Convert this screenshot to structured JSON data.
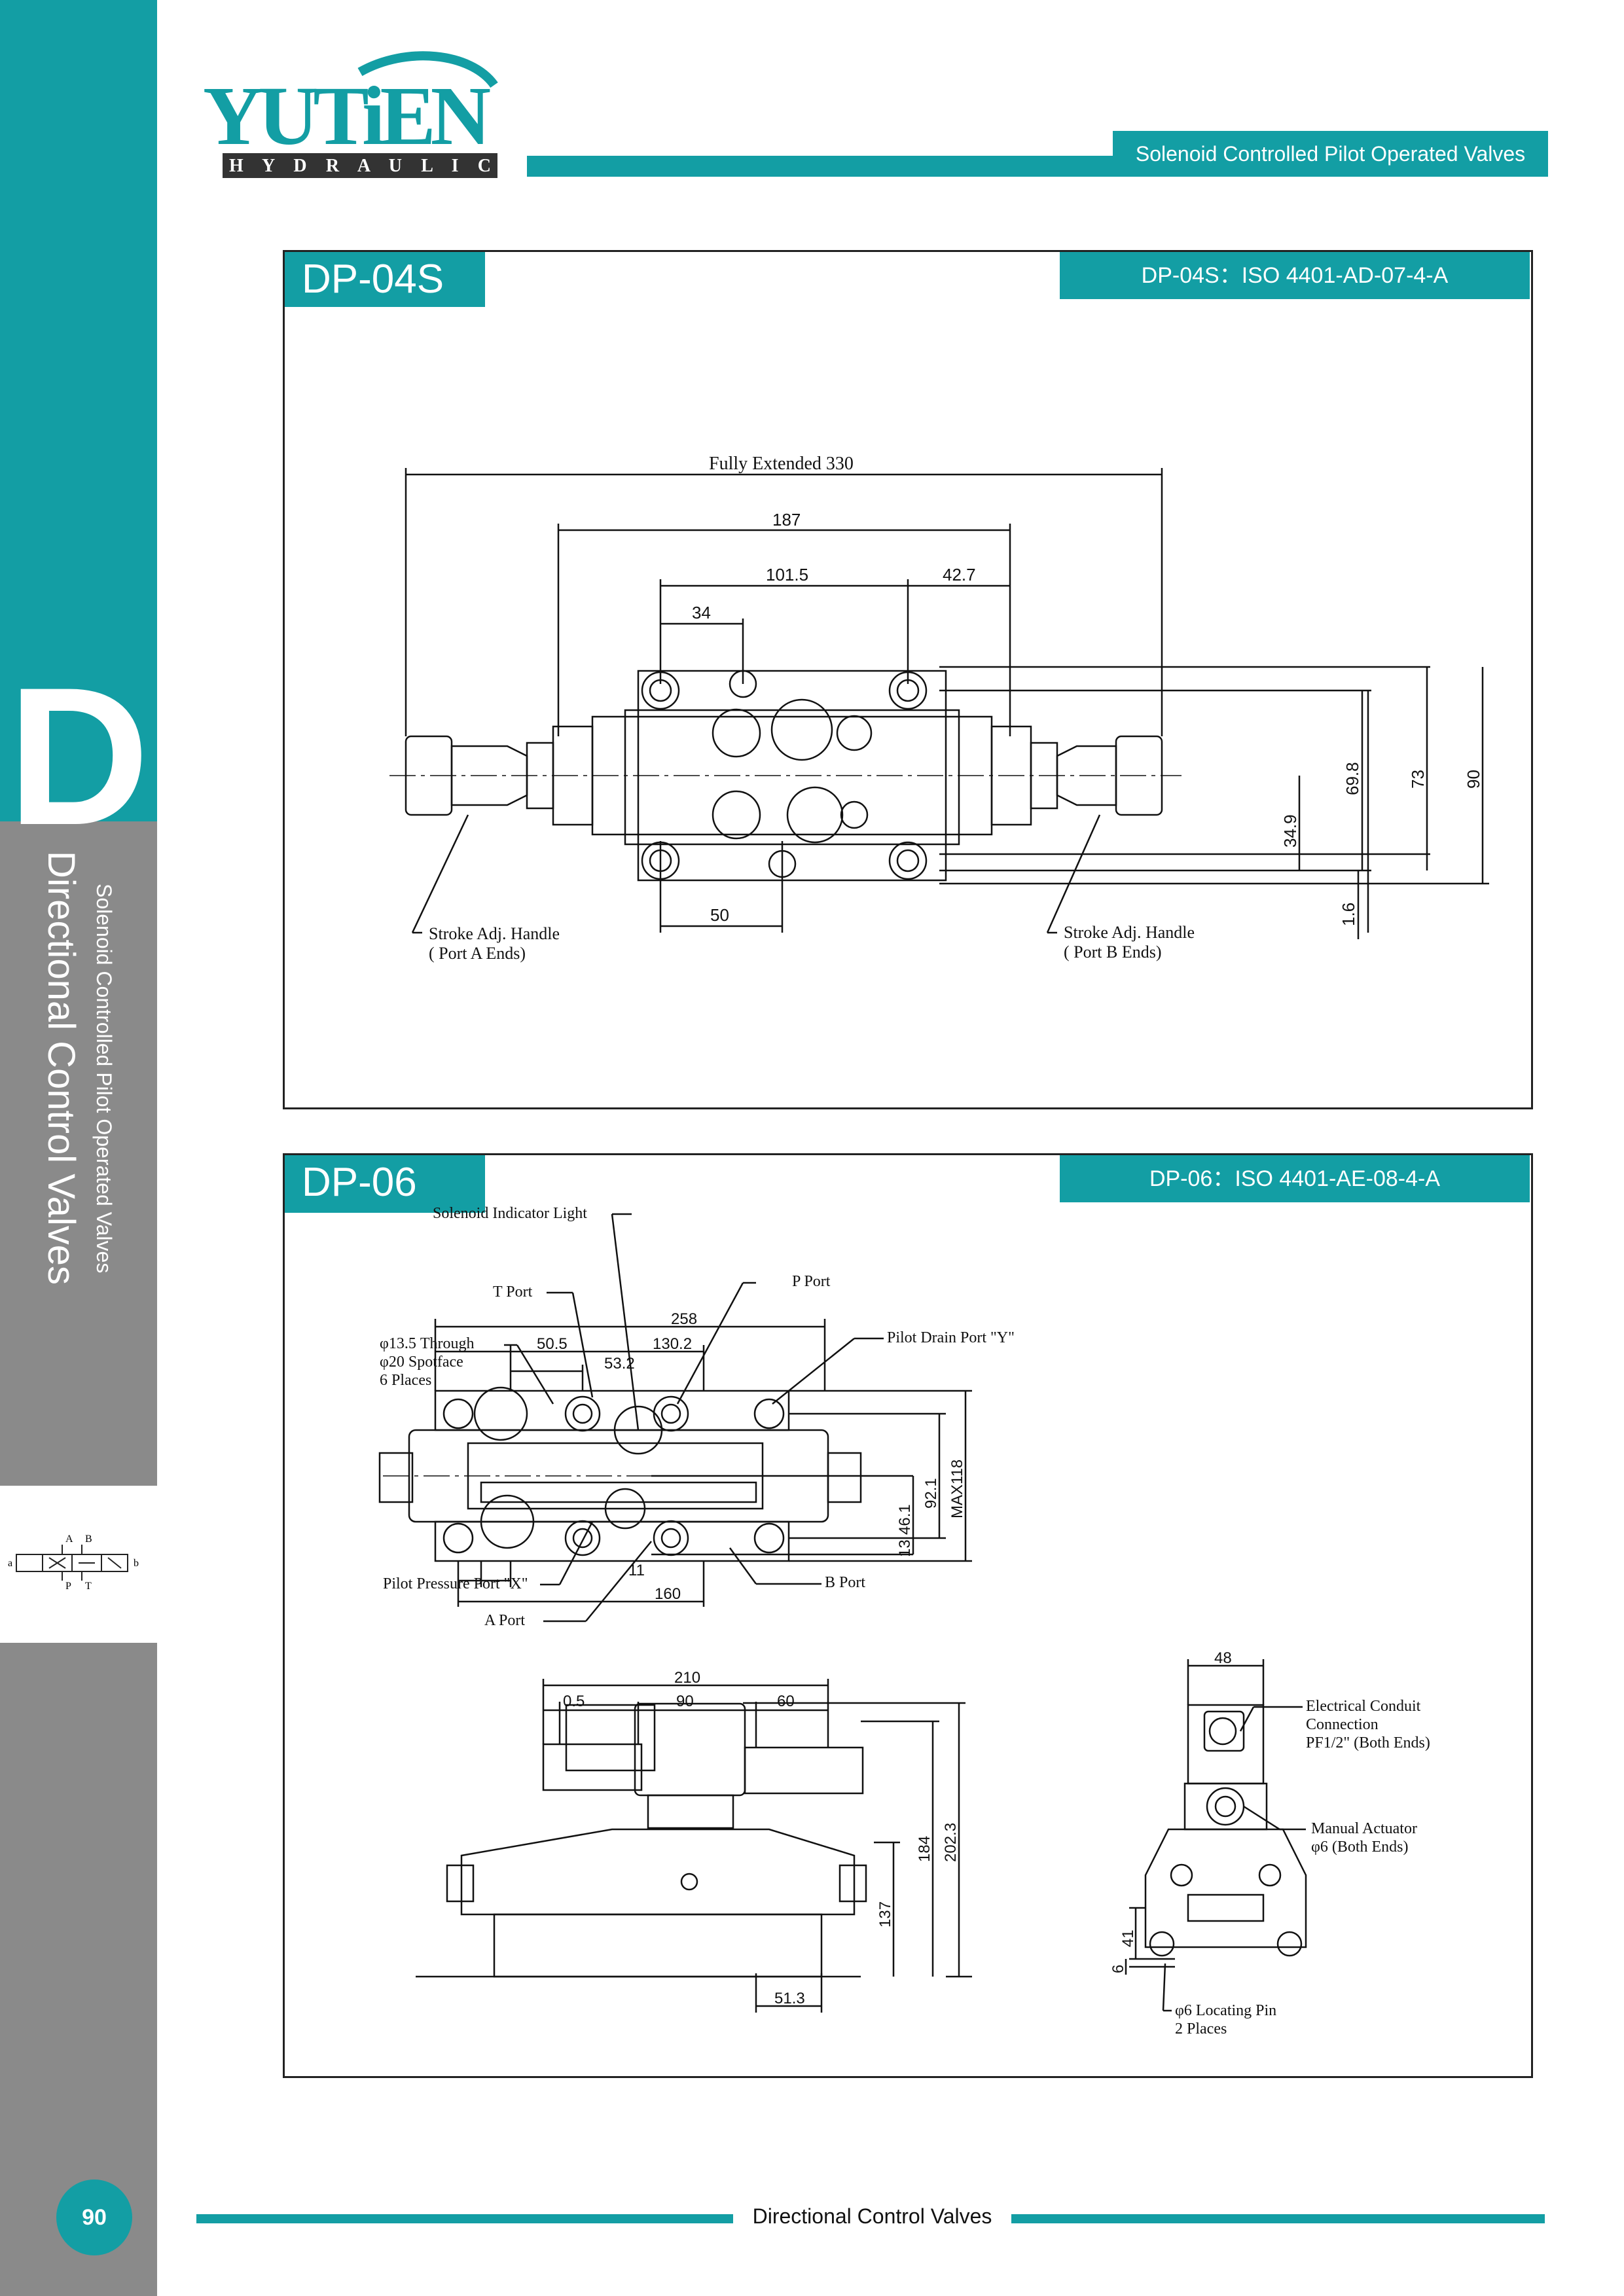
{
  "brand": {
    "name": "YUTiEN",
    "tagline": "H Y D R A U L I C"
  },
  "header": {
    "category": "Solenoid Controlled Pilot Operated Valves"
  },
  "sidebar": {
    "letter": "D",
    "title": "Directional Control Valves",
    "subtitle": "Solenoid Controlled Pilot Operated Valves",
    "symbol_labels": [
      "a",
      "A",
      "B",
      "P",
      "T",
      "b"
    ]
  },
  "page_number": "90",
  "footer": {
    "text": "Directional Control Valves"
  },
  "panels": [
    {
      "title": "DP-04S",
      "standard": "DP-04S：ISO 4401-AD-07-4-A",
      "dims": {
        "overall": "Fully Extended 330",
        "d187": "187",
        "d101": "101.5",
        "d42": "42.7",
        "d34": "34",
        "d50": "50",
        "d349": "34.9",
        "d698": "69.8",
        "d73": "73",
        "d90": "90",
        "d16": "1.6"
      },
      "notes": {
        "left_1": "Stroke Adj. Handle",
        "left_2": "( Port A Ends)",
        "right_1": "Stroke Adj. Handle",
        "right_2": "( Port B Ends)"
      }
    },
    {
      "title": "DP-06",
      "standard": "DP-06：ISO 4401-AE-08-4-A",
      "dims": {
        "d258": "258",
        "d505": "50.5",
        "d1302": "130.2",
        "d532": "53.2",
        "d11": "11",
        "d160": "160",
        "d461": "46.1",
        "d921": "92.1",
        "dmax": "MAX118",
        "d13": "13",
        "d210": "210",
        "d05": "0.5",
        "d90": "90",
        "d60": "60",
        "d137": "137",
        "d184": "184",
        "d2023": "202.3",
        "d513": "51.3",
        "d48": "48",
        "d41": "41",
        "d6": "6"
      },
      "notes": {
        "solenoid_light": "Solenoid Indicator Light",
        "t_port": "T Port",
        "p_port": "P Port",
        "through_1": "φ13.5 Through",
        "through_2": "φ20 Spotface",
        "through_3": "6 Places",
        "pilot_drain": "Pilot Drain Port \"Y\"",
        "pilot_pressure": "Pilot Pressure Port \"X\"",
        "a_port": "A Port",
        "b_port": "B Port",
        "conduit_1": "Electrical Conduit",
        "conduit_2": "Connection",
        "conduit_3": "PF1/2\" (Both Ends)",
        "manual_1": "Manual Actuator",
        "manual_2": "φ6 (Both Ends)",
        "pin_1": "φ6 Locating Pin",
        "pin_2": "2 Places"
      }
    }
  ]
}
